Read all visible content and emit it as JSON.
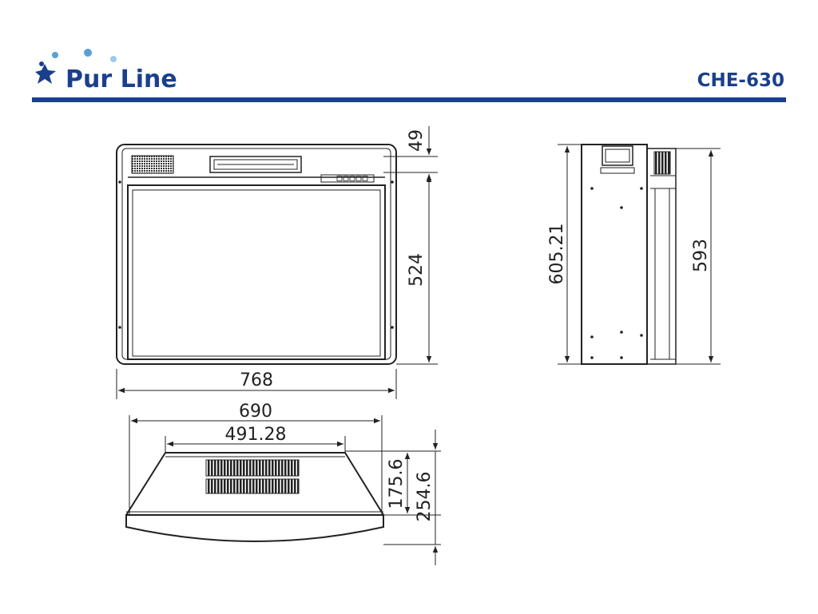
{
  "header": {
    "brand": "Pur Line",
    "model": "CHE-630"
  },
  "dimensions": {
    "front_width": "768",
    "front_top_strip": "49",
    "front_height": "524",
    "side_height_total": "605.21",
    "side_height": "593",
    "top_width_outer": "690",
    "top_width_inner": "491.28",
    "top_depth_inner": "175.6",
    "top_depth_outer": "254.6"
  },
  "colors": {
    "brand": "#1a3f8c",
    "logo_dot_1": "#5aa0d8",
    "logo_dot_2": "#9fc8ea",
    "logo_dot_3": "#3f86c8"
  },
  "icons": {
    "logo": "star-figure-icon"
  }
}
